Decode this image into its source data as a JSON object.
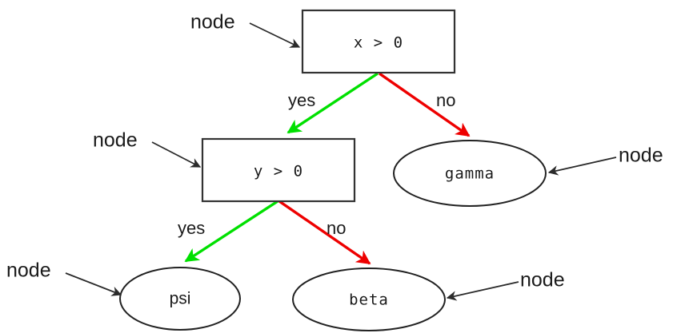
{
  "diagram": {
    "type": "decision-tree",
    "colors": {
      "yes_branch": "#00e000",
      "no_branch": "#ee0000",
      "box_stroke": "#333333",
      "ellipse_stroke": "#222222",
      "annotation": "#2b2b2b",
      "background": "#ffffff"
    },
    "nodes": [
      {
        "id": "root",
        "shape": "box",
        "label": "x > 0"
      },
      {
        "id": "mid",
        "shape": "box",
        "label": "y > 0"
      },
      {
        "id": "gamma",
        "shape": "ellipse",
        "label": "gamma"
      },
      {
        "id": "psi",
        "shape": "ellipse",
        "label": "psi"
      },
      {
        "id": "beta",
        "shape": "ellipse",
        "label": "beta"
      }
    ],
    "edges": [
      {
        "from": "root",
        "to": "mid",
        "label": "yes",
        "color": "#00e000"
      },
      {
        "from": "root",
        "to": "gamma",
        "label": "no",
        "color": "#ee0000"
      },
      {
        "from": "mid",
        "to": "psi",
        "label": "yes",
        "color": "#00e000"
      },
      {
        "from": "mid",
        "to": "beta",
        "label": "no",
        "color": "#ee0000"
      }
    ],
    "annotations": [
      {
        "id": "annot-root",
        "text": "node",
        "points_to": "root"
      },
      {
        "id": "annot-mid",
        "text": "node",
        "points_to": "mid"
      },
      {
        "id": "annot-gamma",
        "text": "node",
        "points_to": "gamma"
      },
      {
        "id": "annot-psi",
        "text": "node",
        "points_to": "psi"
      },
      {
        "id": "annot-beta",
        "text": "node",
        "points_to": "beta"
      }
    ]
  }
}
